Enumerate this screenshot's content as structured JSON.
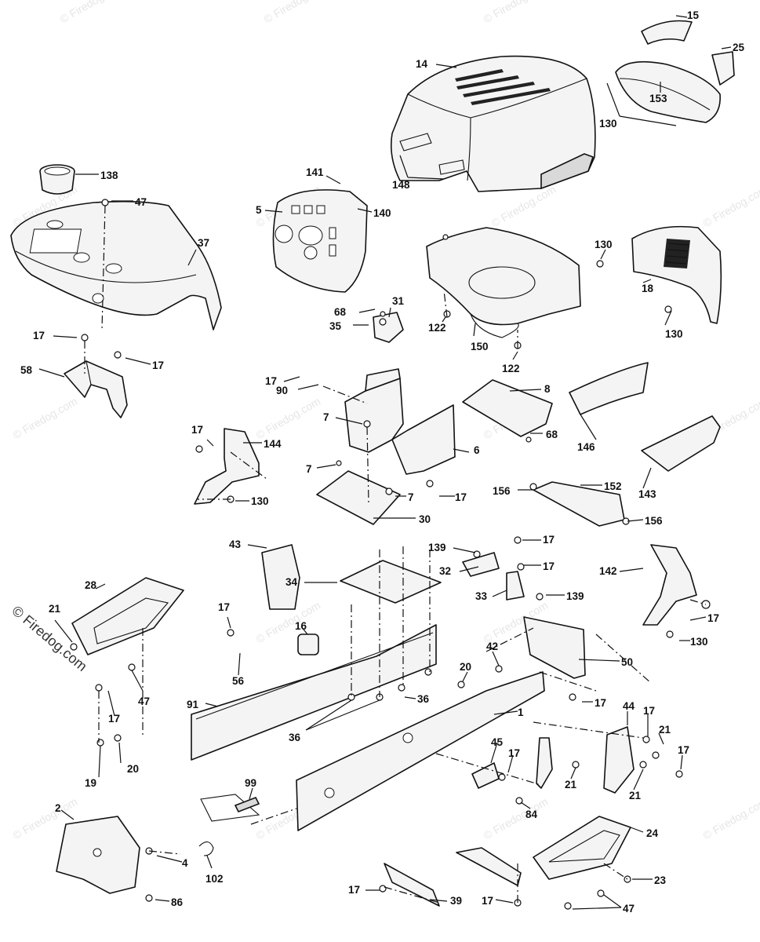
{
  "watermark": {
    "text": "© Firedog.com",
    "side_text": "© Firedog.com"
  },
  "callouts": [
    {
      "id": "c15",
      "label": "15"
    },
    {
      "id": "c25",
      "label": "25"
    },
    {
      "id": "c14",
      "label": "14"
    },
    {
      "id": "c153",
      "label": "153"
    },
    {
      "id": "c130a",
      "label": "130"
    },
    {
      "id": "c148",
      "label": "148"
    },
    {
      "id": "c138",
      "label": "138"
    },
    {
      "id": "c47a",
      "label": "47"
    },
    {
      "id": "c141",
      "label": "141"
    },
    {
      "id": "c140",
      "label": "140"
    },
    {
      "id": "c5",
      "label": "5"
    },
    {
      "id": "c37",
      "label": "37"
    },
    {
      "id": "c130b",
      "label": "130"
    },
    {
      "id": "c18",
      "label": "18"
    },
    {
      "id": "c130c",
      "label": "130"
    },
    {
      "id": "c68a",
      "label": "68"
    },
    {
      "id": "c31",
      "label": "31"
    },
    {
      "id": "c35",
      "label": "35"
    },
    {
      "id": "c122a",
      "label": "122"
    },
    {
      "id": "c150",
      "label": "150"
    },
    {
      "id": "c122b",
      "label": "122"
    },
    {
      "id": "c17a",
      "label": "17"
    },
    {
      "id": "c17b",
      "label": "17"
    },
    {
      "id": "c58",
      "label": "58"
    },
    {
      "id": "c17c",
      "label": "17"
    },
    {
      "id": "c90",
      "label": "90"
    },
    {
      "id": "c8",
      "label": "8"
    },
    {
      "id": "c146",
      "label": "146"
    },
    {
      "id": "c7a",
      "label": "7"
    },
    {
      "id": "c68b",
      "label": "68"
    },
    {
      "id": "c17d",
      "label": "17"
    },
    {
      "id": "c144",
      "label": "144"
    },
    {
      "id": "c6",
      "label": "6"
    },
    {
      "id": "c7b",
      "label": "7"
    },
    {
      "id": "c17e",
      "label": "17"
    },
    {
      "id": "c7c",
      "label": "7"
    },
    {
      "id": "c143",
      "label": "143"
    },
    {
      "id": "c130d",
      "label": "130"
    },
    {
      "id": "c30",
      "label": "30"
    },
    {
      "id": "c156a",
      "label": "156"
    },
    {
      "id": "c152",
      "label": "152"
    },
    {
      "id": "c156b",
      "label": "156"
    },
    {
      "id": "c43",
      "label": "43"
    },
    {
      "id": "c139a",
      "label": "139"
    },
    {
      "id": "c17f",
      "label": "17"
    },
    {
      "id": "c32",
      "label": "32"
    },
    {
      "id": "c17g",
      "label": "17"
    },
    {
      "id": "c28",
      "label": "28"
    },
    {
      "id": "c34",
      "label": "34"
    },
    {
      "id": "c33",
      "label": "33"
    },
    {
      "id": "c139b",
      "label": "139"
    },
    {
      "id": "c142",
      "label": "142"
    },
    {
      "id": "c21a",
      "label": "21"
    },
    {
      "id": "c17h",
      "label": "17"
    },
    {
      "id": "c16",
      "label": "16"
    },
    {
      "id": "c17i",
      "label": "17"
    },
    {
      "id": "c130e",
      "label": "130"
    },
    {
      "id": "c42",
      "label": "42"
    },
    {
      "id": "c50",
      "label": "50"
    },
    {
      "id": "c56",
      "label": "56"
    },
    {
      "id": "c20a",
      "label": "20"
    },
    {
      "id": "c47b",
      "label": "47"
    },
    {
      "id": "c91",
      "label": "91"
    },
    {
      "id": "c36a",
      "label": "36"
    },
    {
      "id": "c17j",
      "label": "17"
    },
    {
      "id": "c1",
      "label": "1"
    },
    {
      "id": "c44",
      "label": "44"
    },
    {
      "id": "c17k",
      "label": "17"
    },
    {
      "id": "c17l",
      "label": "17"
    },
    {
      "id": "c36b",
      "label": "36"
    },
    {
      "id": "c21b",
      "label": "21"
    },
    {
      "id": "c45",
      "label": "45"
    },
    {
      "id": "c17m",
      "label": "17"
    },
    {
      "id": "c17n",
      "label": "17"
    },
    {
      "id": "c20b",
      "label": "20"
    },
    {
      "id": "c19",
      "label": "19"
    },
    {
      "id": "c21c",
      "label": "21"
    },
    {
      "id": "c21d",
      "label": "21"
    },
    {
      "id": "c99",
      "label": "99"
    },
    {
      "id": "c84",
      "label": "84"
    },
    {
      "id": "c2",
      "label": "2"
    },
    {
      "id": "c24",
      "label": "24"
    },
    {
      "id": "c4",
      "label": "4"
    },
    {
      "id": "c102",
      "label": "102"
    },
    {
      "id": "c23",
      "label": "23"
    },
    {
      "id": "c17o",
      "label": "17"
    },
    {
      "id": "c39",
      "label": "39"
    },
    {
      "id": "c17p",
      "label": "17"
    },
    {
      "id": "c86",
      "label": "86"
    },
    {
      "id": "c47c",
      "label": "47"
    }
  ]
}
